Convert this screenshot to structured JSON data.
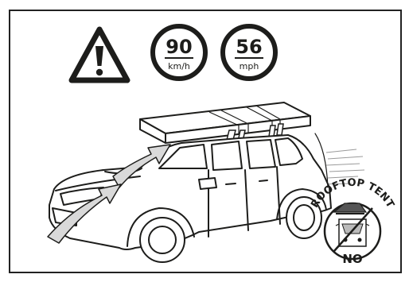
{
  "colors": {
    "ink": "#1d1d1b",
    "arrow_fill": "#d9d9d9",
    "frame": "#222222",
    "background": "#ffffff"
  },
  "icons": [
    "warning-triangle-icon",
    "rooftop-tent-icon",
    "prohibited-icon"
  ],
  "speed_limits": [
    {
      "value": "90",
      "unit": "km/h"
    },
    {
      "value": "56",
      "unit": "mph"
    }
  ],
  "badge": {
    "curved_label": "ROOFTOP TENT",
    "verdict": "NO"
  }
}
